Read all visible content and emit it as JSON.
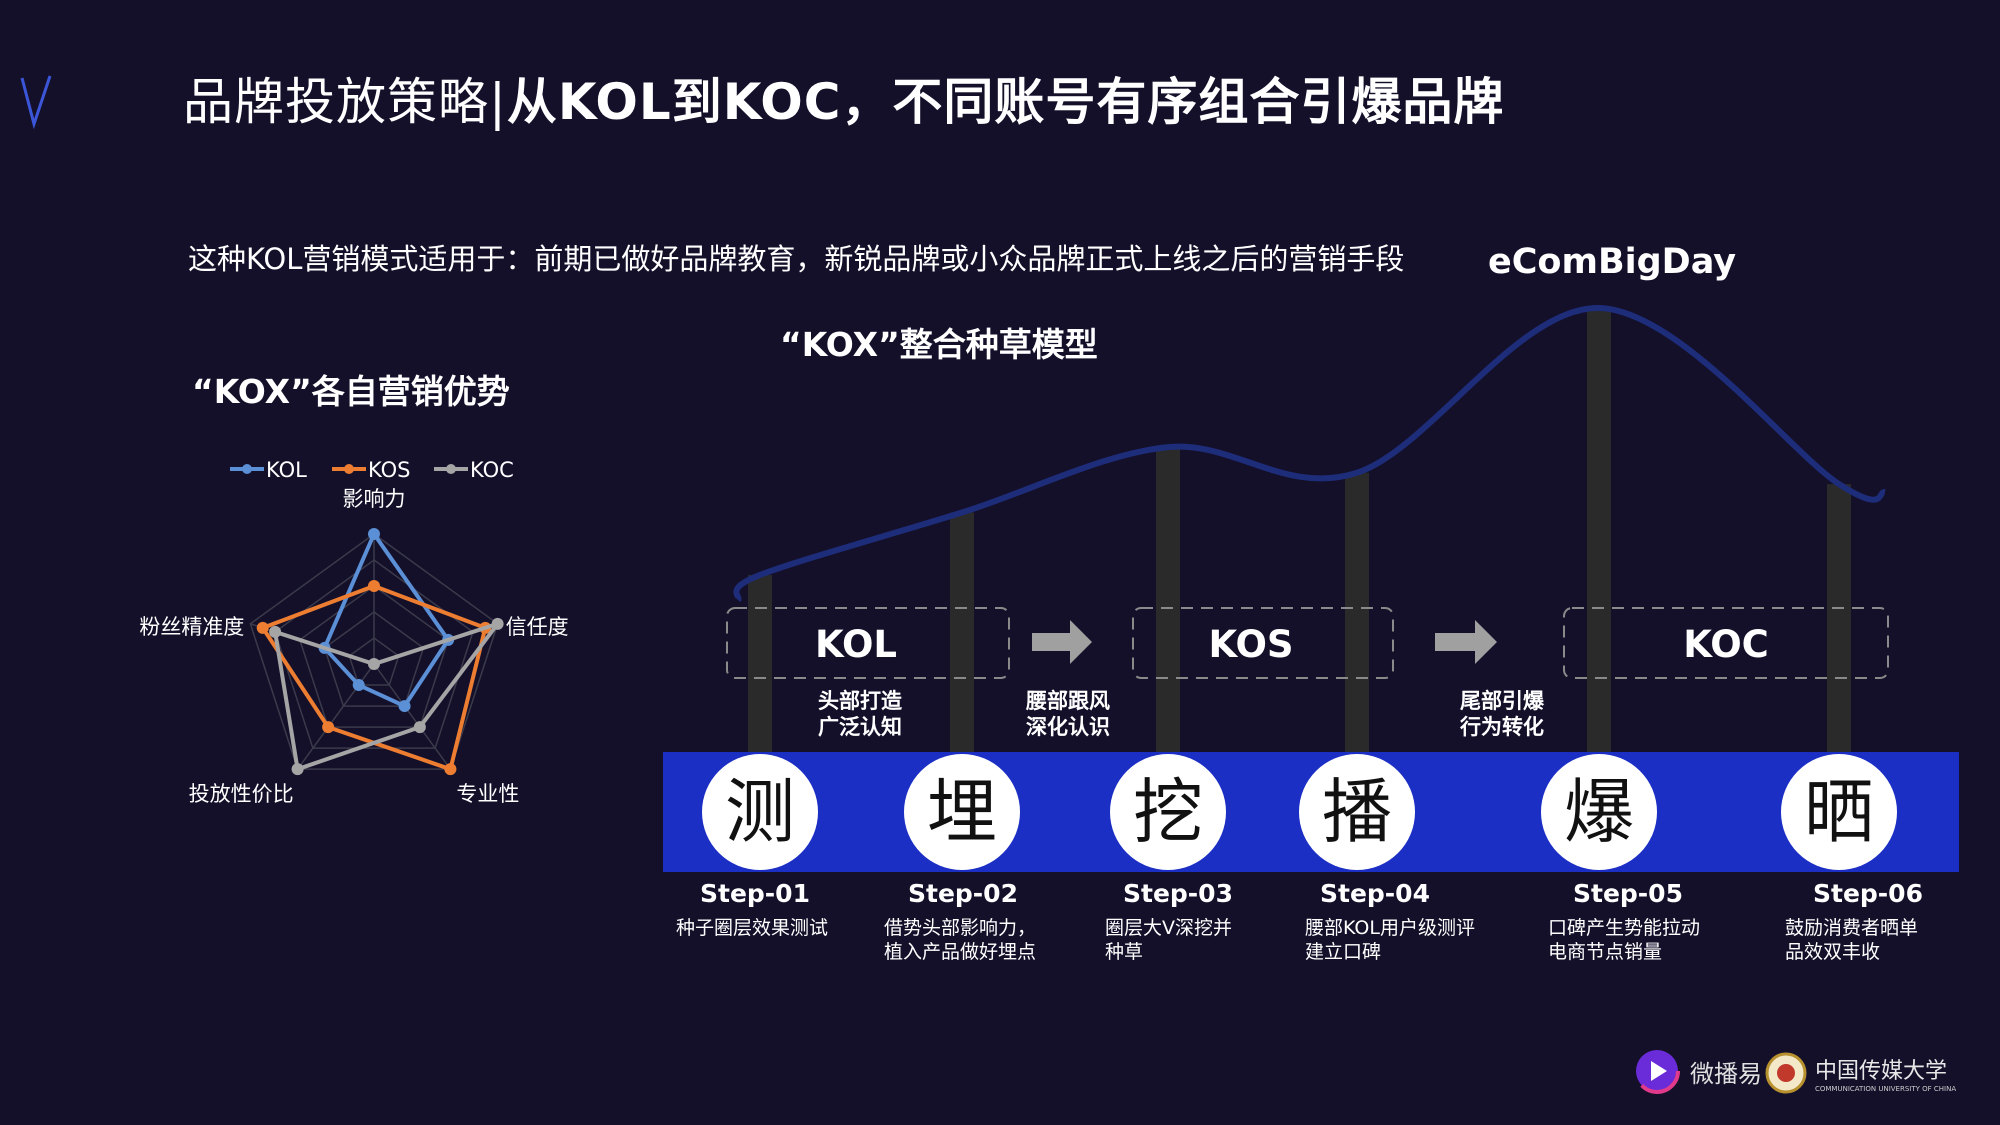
{
  "title_main": "品牌投放策略|",
  "title_emphasis": "从KOL到KOC，不同账号有序组合引爆品牌",
  "subtitle": "这种KOL营销模式适用于：前期已做好品牌教育，新锐品牌或小众品牌正式上线之后的营销手段",
  "radar_title": "“KOX”各自营销优势",
  "model_title": "“KOX”整合种草模型",
  "event_label": "eComBigDay",
  "colors": {
    "background": "#14102a",
    "kol": "#5b8fd6",
    "kos": "#ed7d31",
    "koc": "#a5a5a5",
    "band": "#1c2fc4",
    "curve": "#1e2d7a",
    "pillar": "#2a2a2a"
  },
  "chart_data": [
    {
      "type": "radar",
      "title": "“KOX”各自营销优势",
      "axes": [
        "影响力",
        "信任度",
        "专业性",
        "投放性价比",
        "粉丝精准度"
      ],
      "max": 5,
      "legend_position": "top",
      "series": [
        {
          "name": "KOL",
          "values": [
            5,
            3,
            2,
            1,
            2
          ]
        },
        {
          "name": "KOS",
          "values": [
            3,
            4.5,
            5,
            3,
            4.5
          ]
        },
        {
          "name": "KOC",
          "values": [
            0,
            5,
            3,
            5,
            4
          ]
        }
      ]
    },
    {
      "type": "line",
      "title": "“KOX”整合种草模型",
      "annotation": "eComBigDay",
      "y": [
        0.06,
        0.28,
        0.51,
        0.42,
        1.0,
        0.38
      ],
      "stages": [
        {
          "label": "KOL",
          "desc1": "头部打造",
          "desc2": "广泛认知"
        },
        {
          "label": "KOS",
          "desc1": "腰部跟风",
          "desc2": "深化认识"
        },
        {
          "label": "KOC",
          "desc1": "尾部引爆",
          "desc2": "行为转化"
        }
      ],
      "steps": [
        {
          "char": "测",
          "step": "Step-01",
          "desc1": "种子圈层效果测试",
          "desc2": ""
        },
        {
          "char": "埋",
          "step": "Step-02",
          "desc1": "借势头部影响力，",
          "desc2": "植入产品做好埋点"
        },
        {
          "char": "挖",
          "step": "Step-03",
          "desc1": "圈层大V深挖并",
          "desc2": "种草"
        },
        {
          "char": "播",
          "step": "Step-04",
          "desc1": "腰部KOL用户级测评",
          "desc2": "建立口碑"
        },
        {
          "char": "爆",
          "step": "Step-05",
          "desc1": "口碑产生势能拉动",
          "desc2": "电商节点销量"
        },
        {
          "char": "晒",
          "step": "Step-06",
          "desc1": "鼓励消费者晒单",
          "desc2": "品效双丰收"
        }
      ]
    }
  ],
  "logos": {
    "weibo": "微播易",
    "cuc": "中国传媒大学",
    "cuc_en": "COMMUNICATION UNIVERSITY OF CHINA"
  }
}
